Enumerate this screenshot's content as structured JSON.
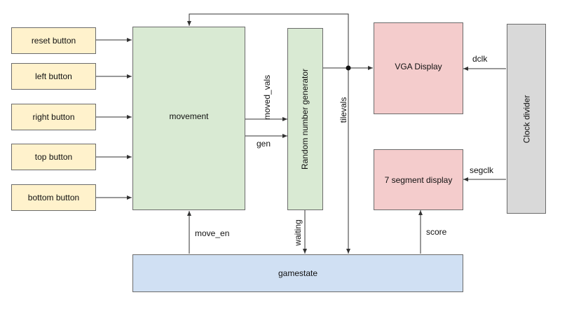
{
  "buttons": [
    {
      "label": "reset button"
    },
    {
      "label": "left button"
    },
    {
      "label": "right button"
    },
    {
      "label": "top button"
    },
    {
      "label": "bottom button"
    }
  ],
  "blocks": {
    "movement": "movement",
    "rng": "Random number generator",
    "vga": "VGA Display",
    "seven_seg": "7 segment display",
    "clock": "Clock divider",
    "gamestate": "gamestate"
  },
  "signals": {
    "moved_vals": "moved_vals",
    "gen": "gen",
    "tilevals": "tilevals",
    "dclk": "dclk",
    "segclk": "segclk",
    "move_en": "move_en",
    "waiting": "waiting",
    "score": "score"
  },
  "colors": {
    "button_fill": "#fff2cc",
    "movement_fill": "#d9ead3",
    "display_fill": "#f4cccc",
    "gamestate_fill": "#d0e0f3",
    "clock_fill": "#d9d9d9"
  }
}
